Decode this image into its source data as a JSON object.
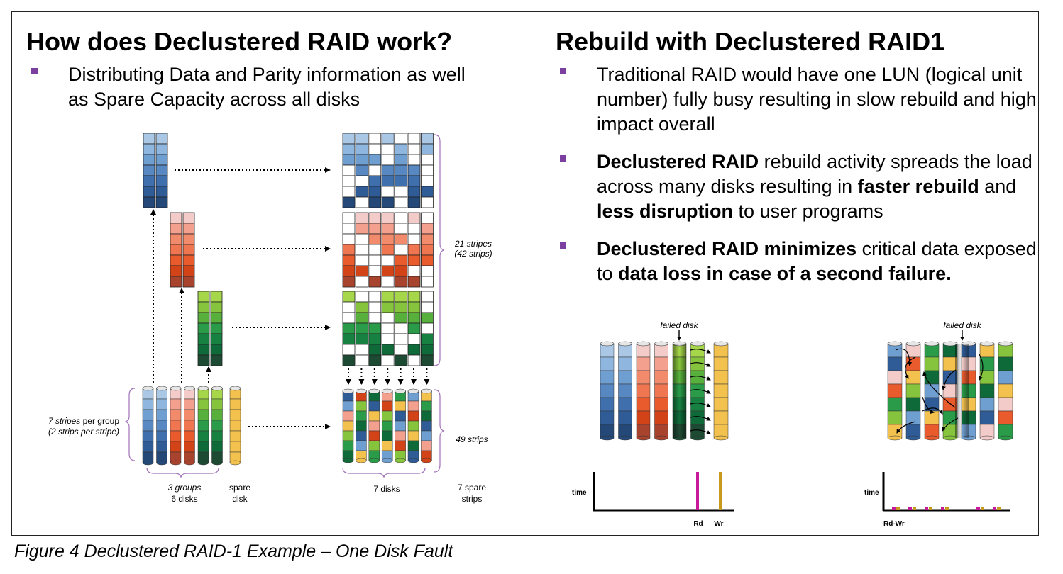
{
  "left": {
    "title": "How does Declustered RAID work?",
    "bullet": "Distributing Data and Parity information as well as Spare Capacity across all disks",
    "labels": {
      "stripes_a": "21 stripes",
      "stripes_b": "(42 strips)",
      "group_a1": "7 stripes",
      "group_a2": " per group",
      "group_b": "(2 strips per stripe)",
      "groups_a": "3 groups",
      "groups_b": "6 disks",
      "spare_a": "spare",
      "spare_b": "disk",
      "disks7": "7 disks",
      "sparestrips_a": "7 spare",
      "sparestrips_b": "strips",
      "strips49": "49 strips"
    }
  },
  "right": {
    "title": "Rebuild with Declustered RAID1",
    "b1": "Traditional RAID would have one LUN (logical unit number) fully busy resulting in slow rebuild and high impact overall",
    "b2_p1": "Declustered RAID",
    "b2_p2": " rebuild activity spreads the load across many disks resulting in ",
    "b2_p3": "faster rebuild",
    "b2_p4": " and ",
    "b2_p5": "less disruption",
    "b2_p6": " to user programs",
    "b3_p1": "Declustered RAID minimizes",
    "b3_p2": " critical data exposed to ",
    "b3_p3": "data loss in case of a second failure.",
    "failed1": "failed disk",
    "failed2": "failed disk",
    "time1": "time",
    "time2": "time",
    "rd": "Rd",
    "wr": "Wr",
    "rdwr": "Rd-Wr"
  },
  "caption": "Figure 4   Declustered RAID-1 Example – One Disk Fault",
  "colors": {
    "blue": [
      "#aac8e6",
      "#8fb6de",
      "#6f9fd0",
      "#5888c1",
      "#3f70ad",
      "#2f5c97",
      "#244878"
    ],
    "red": [
      "#f3cbc9",
      "#f4a08e",
      "#f28a6c",
      "#ef7651",
      "#e95b2c",
      "#d24317",
      "#a8432e"
    ],
    "green": [
      "#a6d64a",
      "#86c43d",
      "#58b03c",
      "#2a9b48",
      "#168141",
      "#0f6a3a",
      "#1d4a32"
    ],
    "spare": "#f2c14e",
    "accent": "#7b3fa0",
    "rd_bar": "#c8199b",
    "wr_bar": "#c89a1c"
  }
}
